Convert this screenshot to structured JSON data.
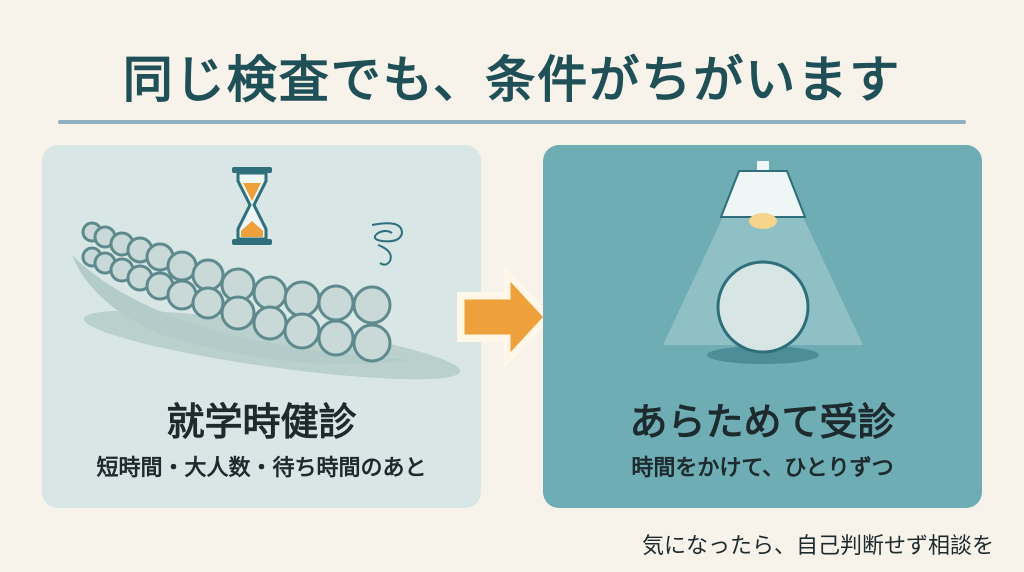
{
  "title": "同じ検査でも、条件がちがいます",
  "left_panel": {
    "heading": "就学時健診",
    "subtitle": "短時間・大人数・待ち時間のあと",
    "icons": [
      "hourglass-icon",
      "crowd-icon",
      "swirl-icon"
    ],
    "color": "#d8e7e5"
  },
  "right_panel": {
    "heading": "あらためて受診",
    "subtitle": "時間をかけて、ひとりずつ",
    "icons": [
      "lamp-icon",
      "person-icon"
    ],
    "color": "#6fadb5"
  },
  "arrow": {
    "icon": "arrow-right-icon",
    "color": "#eea03a"
  },
  "footnote": "気になったら、自己判断せず相談を",
  "colors": {
    "title": "#1f4f57",
    "rule": "#8fb1bf",
    "background": "#f7f3ea"
  }
}
